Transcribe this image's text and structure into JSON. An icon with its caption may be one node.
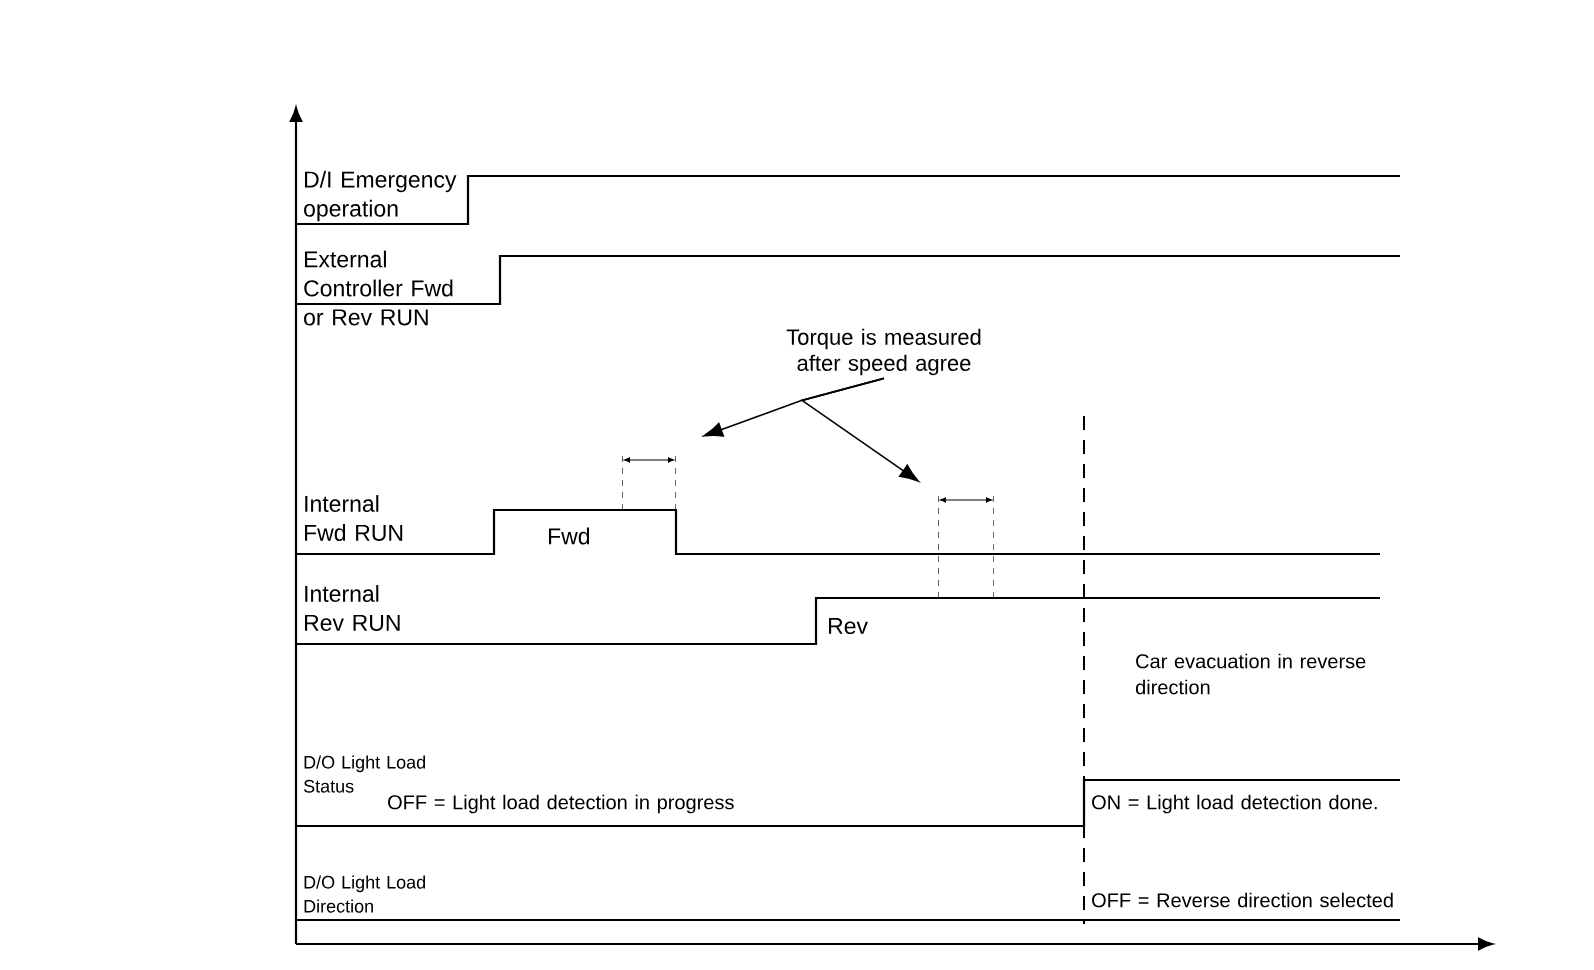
{
  "diagram": {
    "nodes": [
      {
        "text": [
          "Torque is measured after speed agree"
        ]
      },
      {
        "text": [],
        "shape": "bracket"
      },
      {
        "text": [],
        "shape": "bracket"
      }
    ],
    "edges": [
      {
        "from": 0,
        "to": 1,
        "arrow": "to"
      },
      {
        "from": 0,
        "to": 2,
        "arrow": "to"
      }
    ],
    "labels": [
      "D/I Emergency operation",
      "External Controller Fwd or Rev RUN",
      "Internal Fwd RUN",
      "Fwd",
      "Internal Rev RUN",
      "Rev",
      "Car evacuation in reverse direction",
      "D/O Light Load Status",
      "OFF = Light load detection in progress",
      "ON = Light load detection done.",
      "D/O Light Load Direction",
      "OFF = Reverse direction selected"
    ]
  }
}
